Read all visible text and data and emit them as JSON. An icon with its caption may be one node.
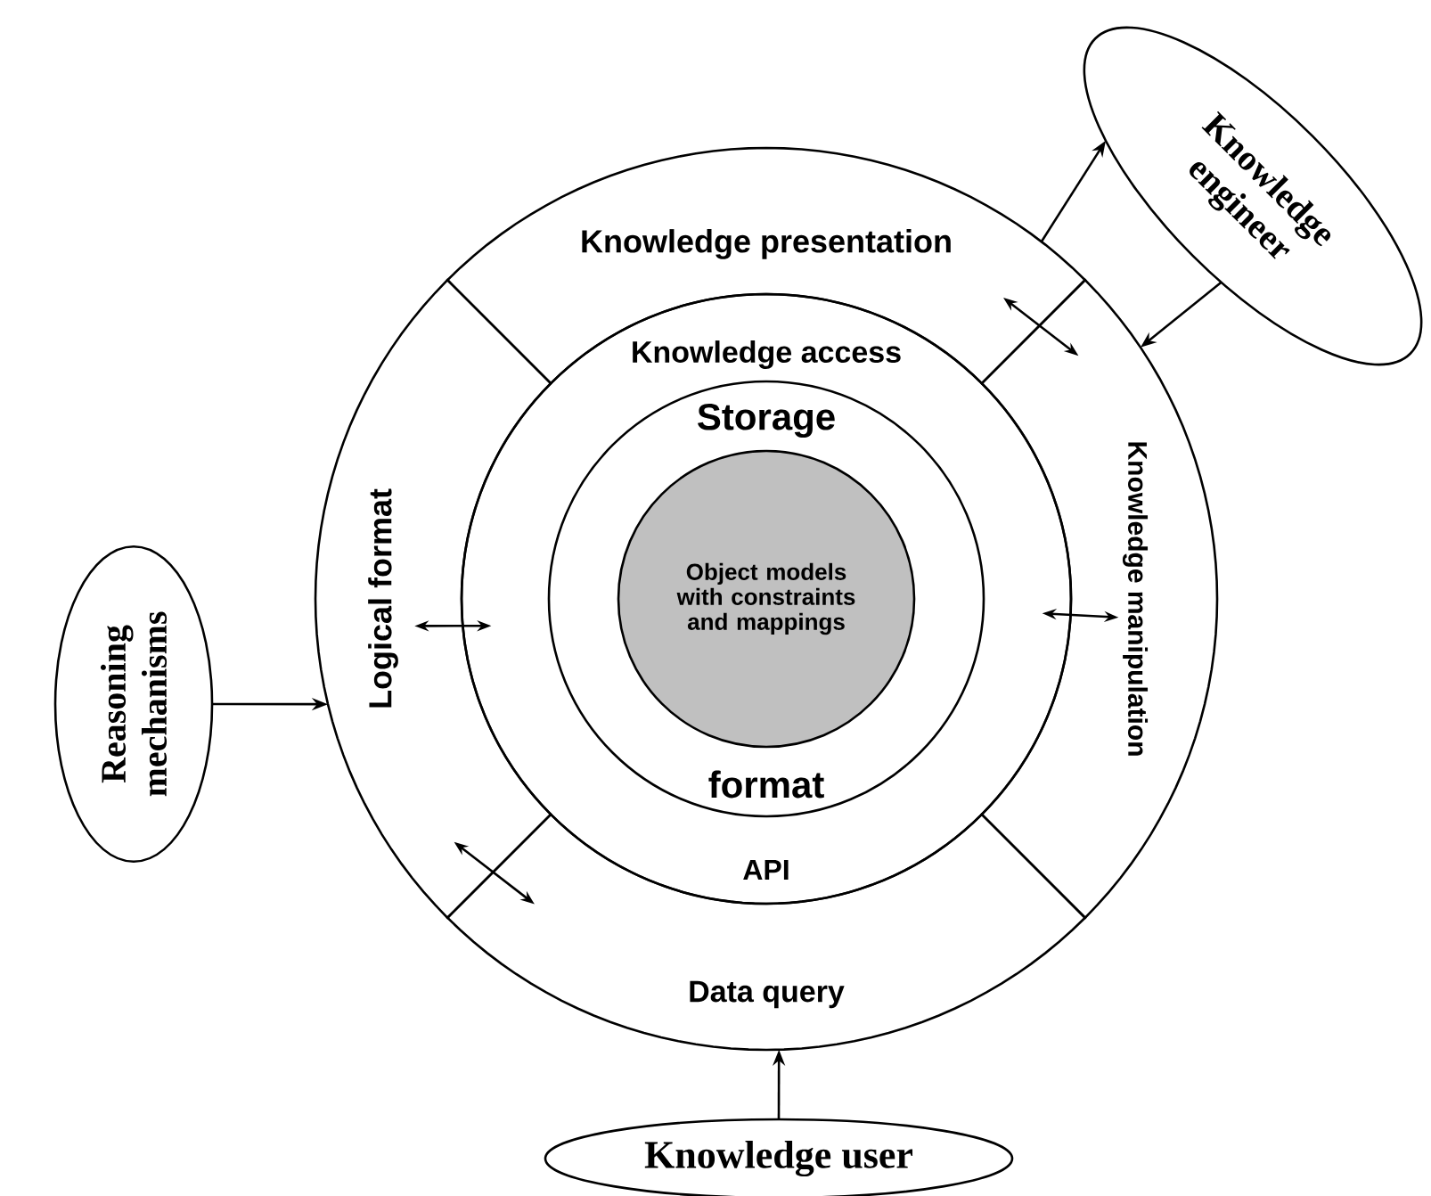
{
  "diagram": {
    "nodes": [
      {
        "text": [
          "Knowledge engineer"
        ]
      },
      {
        "text": [
          "Knowledge presentation"
        ]
      },
      {
        "text": [
          "Reasoning mechanisms"
        ]
      },
      {
        "text": [
          "Logical format"
        ]
      },
      {
        "text": [
          "Knowledge access",
          "API"
        ]
      },
      {
        "text": [
          "Storage",
          "format"
        ],
        "in": 4
      },
      {
        "text": [
          "Object models with constraints and mappings"
        ],
        "in": 5
      },
      {
        "text": [
          "Knowledge manipulation"
        ]
      },
      {
        "text": [
          "Data query"
        ]
      },
      {
        "text": [
          "Knowledge user"
        ]
      }
    ],
    "edges": [
      {
        "from": 1,
        "to": 0,
        "arrow": "to"
      },
      {
        "from": 0,
        "to": 7,
        "arrow": "to"
      },
      {
        "from": 2,
        "to": 3,
        "arrow": "to"
      },
      {
        "from": 9,
        "to": 8,
        "arrow": "to"
      },
      {
        "from": 3,
        "to": 4,
        "arrow": "both"
      },
      {
        "from": 7,
        "to": 4,
        "arrow": "both"
      },
      {
        "from": 1,
        "to": 7,
        "arrow": "both"
      },
      {
        "from": 3,
        "to": 8,
        "arrow": "both"
      }
    ]
  }
}
